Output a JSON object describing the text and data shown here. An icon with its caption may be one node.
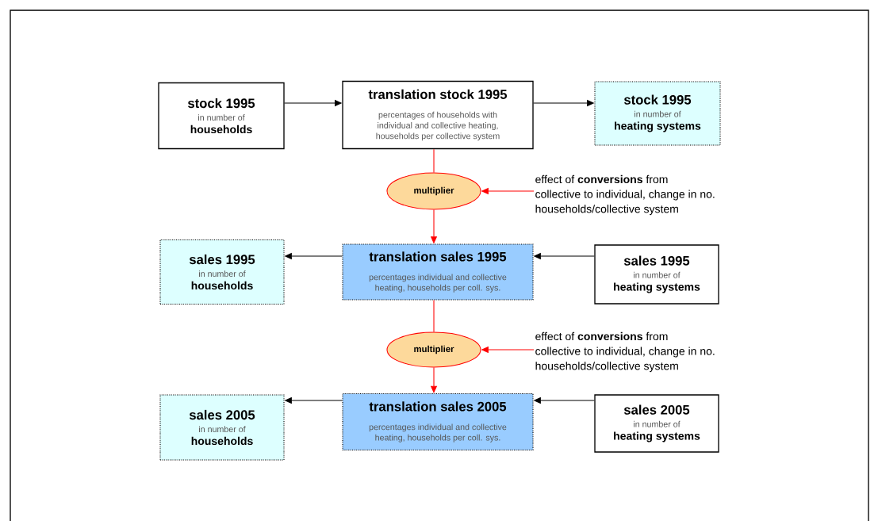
{
  "diagram": {
    "nodes": [
      {
        "text": [
          "stock 1995",
          "in number of",
          "households"
        ]
      },
      {
        "text": [
          "translation stock 1995",
          "percentages of households with individual and collective heating, households per collective system"
        ]
      },
      {
        "text": [
          "stock 1995",
          "in number of",
          "heating systems"
        ]
      },
      {
        "text": [
          "multiplier"
        ]
      },
      {
        "text": [
          "effect of **conversions** from collective to individual, change in no. households/collective system"
        ]
      },
      {
        "text": [
          "sales 1995",
          "in number of",
          "households"
        ]
      },
      {
        "text": [
          "translation sales 1995",
          "percentages individual and collective heating, households per coll. sys."
        ]
      },
      {
        "text": [
          "sales 1995",
          "in number of",
          "heating systems"
        ]
      },
      {
        "text": [
          "multiplier"
        ]
      },
      {
        "text": [
          "effect of **conversions** from collective to individual, change in no. households/collective system"
        ]
      },
      {
        "text": [
          "sales 2005",
          "in number of",
          "households"
        ]
      },
      {
        "text": [
          "translation sales 2005",
          "percentages individual and collective heating, households per coll. sys."
        ]
      },
      {
        "text": [
          "sales 2005",
          "in number of",
          "heating systems"
        ]
      }
    ],
    "edges": [
      {
        "from": 0,
        "to": 1,
        "arrow": "to"
      },
      {
        "from": 1,
        "to": 2,
        "arrow": "to"
      },
      {
        "from": 1,
        "to": 3,
        "arrow": "none",
        "color": "#ff0000"
      },
      {
        "from": 3,
        "to": 6,
        "arrow": "to",
        "color": "#ff0000"
      },
      {
        "from": 4,
        "to": 3,
        "arrow": "to",
        "color": "#ff0000"
      },
      {
        "from": 6,
        "to": 5,
        "arrow": "to"
      },
      {
        "from": 7,
        "to": 6,
        "arrow": "to"
      },
      {
        "from": 6,
        "to": 8,
        "arrow": "none",
        "color": "#ff0000"
      },
      {
        "from": 8,
        "to": 11,
        "arrow": "to",
        "color": "#ff0000"
      },
      {
        "from": 9,
        "to": 8,
        "arrow": "to",
        "color": "#ff0000"
      },
      {
        "from": 11,
        "to": 10,
        "arrow": "to"
      },
      {
        "from": 12,
        "to": 11,
        "arrow": "to"
      }
    ]
  }
}
